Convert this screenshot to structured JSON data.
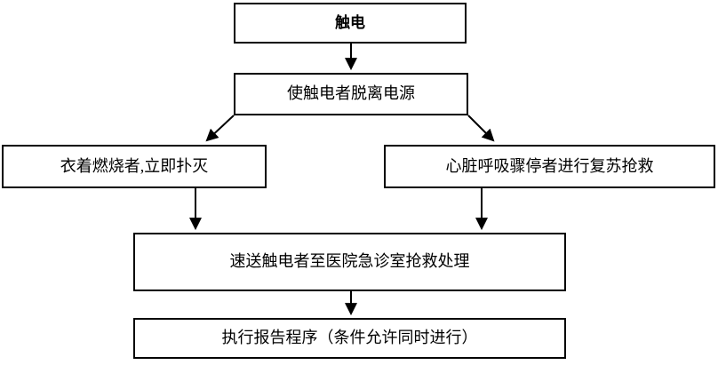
{
  "diagram": {
    "type": "flowchart",
    "colors": {
      "background": "#ffffff",
      "box_fill": "#ffffff",
      "box_border": "#000000",
      "text": "#000000",
      "arrow": "#000000"
    },
    "nodes": [
      {
        "id": "start",
        "label": "触电",
        "bold": true
      },
      {
        "id": "disconnect",
        "label": "使触电者脱离电源",
        "bold": false
      },
      {
        "id": "extinguish",
        "label": "衣着燃烧者,立即扑灭",
        "bold": false
      },
      {
        "id": "resuscitate",
        "label": "心脏呼吸骤停者进行复苏抢救",
        "bold": false
      },
      {
        "id": "hospital",
        "label": "速送触电者至医院急诊室抢救处理",
        "bold": false
      },
      {
        "id": "report",
        "label": "执行报告程序（条件允许同时进行）",
        "bold": false
      }
    ],
    "edges": [
      {
        "from": "start",
        "to": "disconnect",
        "style": "vertical-arrow"
      },
      {
        "from": "disconnect",
        "to": "extinguish",
        "style": "diagonal-arrow"
      },
      {
        "from": "disconnect",
        "to": "resuscitate",
        "style": "diagonal-arrow"
      },
      {
        "from": "extinguish",
        "to": "hospital",
        "style": "vertical-arrow"
      },
      {
        "from": "resuscitate",
        "to": "hospital",
        "style": "vertical-arrow"
      },
      {
        "from": "hospital",
        "to": "report",
        "style": "vertical-arrow"
      }
    ]
  }
}
